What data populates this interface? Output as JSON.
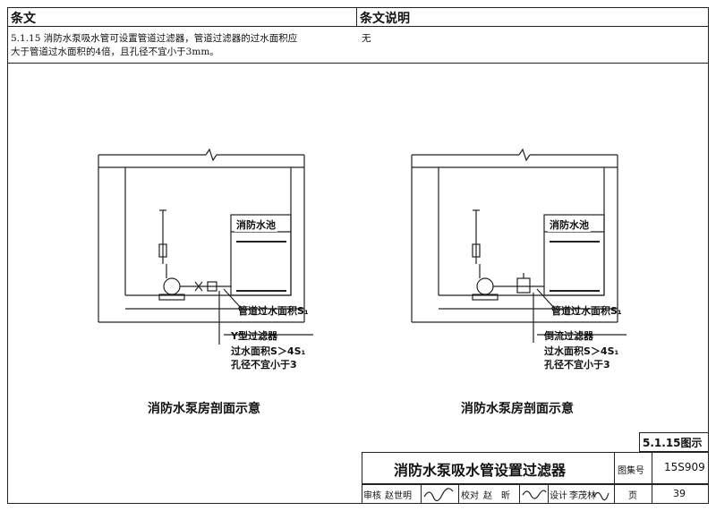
{
  "header": {
    "left_title": "条文",
    "right_title": "条文说明"
  },
  "clause": {
    "line1": "5.1.15  消防水泵吸水管可设置管道过滤器，管道过滤器的过水面积应",
    "line2": "大于管道过水面积的4倍，且孔径不宜小于3mm。",
    "explanation": "无"
  },
  "figures": {
    "left": {
      "tank_label": "消防水池",
      "pipe_area_label": "管道过水面积S₁",
      "filter_name": "Y型过滤器",
      "filter_area": "过水面积S＞4S₁",
      "filter_hole": "孔径不宜小于3",
      "caption": "消防水泵房剖面示意"
    },
    "right": {
      "tank_label": "消防水池",
      "pipe_area_label": "管道过水面积S₁",
      "filter_name": "倒流过滤器",
      "filter_area": "过水面积S＞4S₁",
      "filter_hole": "孔径不宜小于3",
      "caption": "消防水泵房剖面示意"
    }
  },
  "title_block": {
    "figure_no": "5.1.15图示",
    "drawing_title": "消防水泵吸水管设置过滤器",
    "atlas_label": "图集号",
    "atlas_no": "15S909",
    "review_label": "审核",
    "review_name": "赵世明",
    "check_label": "校对",
    "check_name": "赵　昕",
    "design_label": "设计",
    "design_name": "李茂林",
    "page_label": "页",
    "page_no": "39"
  }
}
